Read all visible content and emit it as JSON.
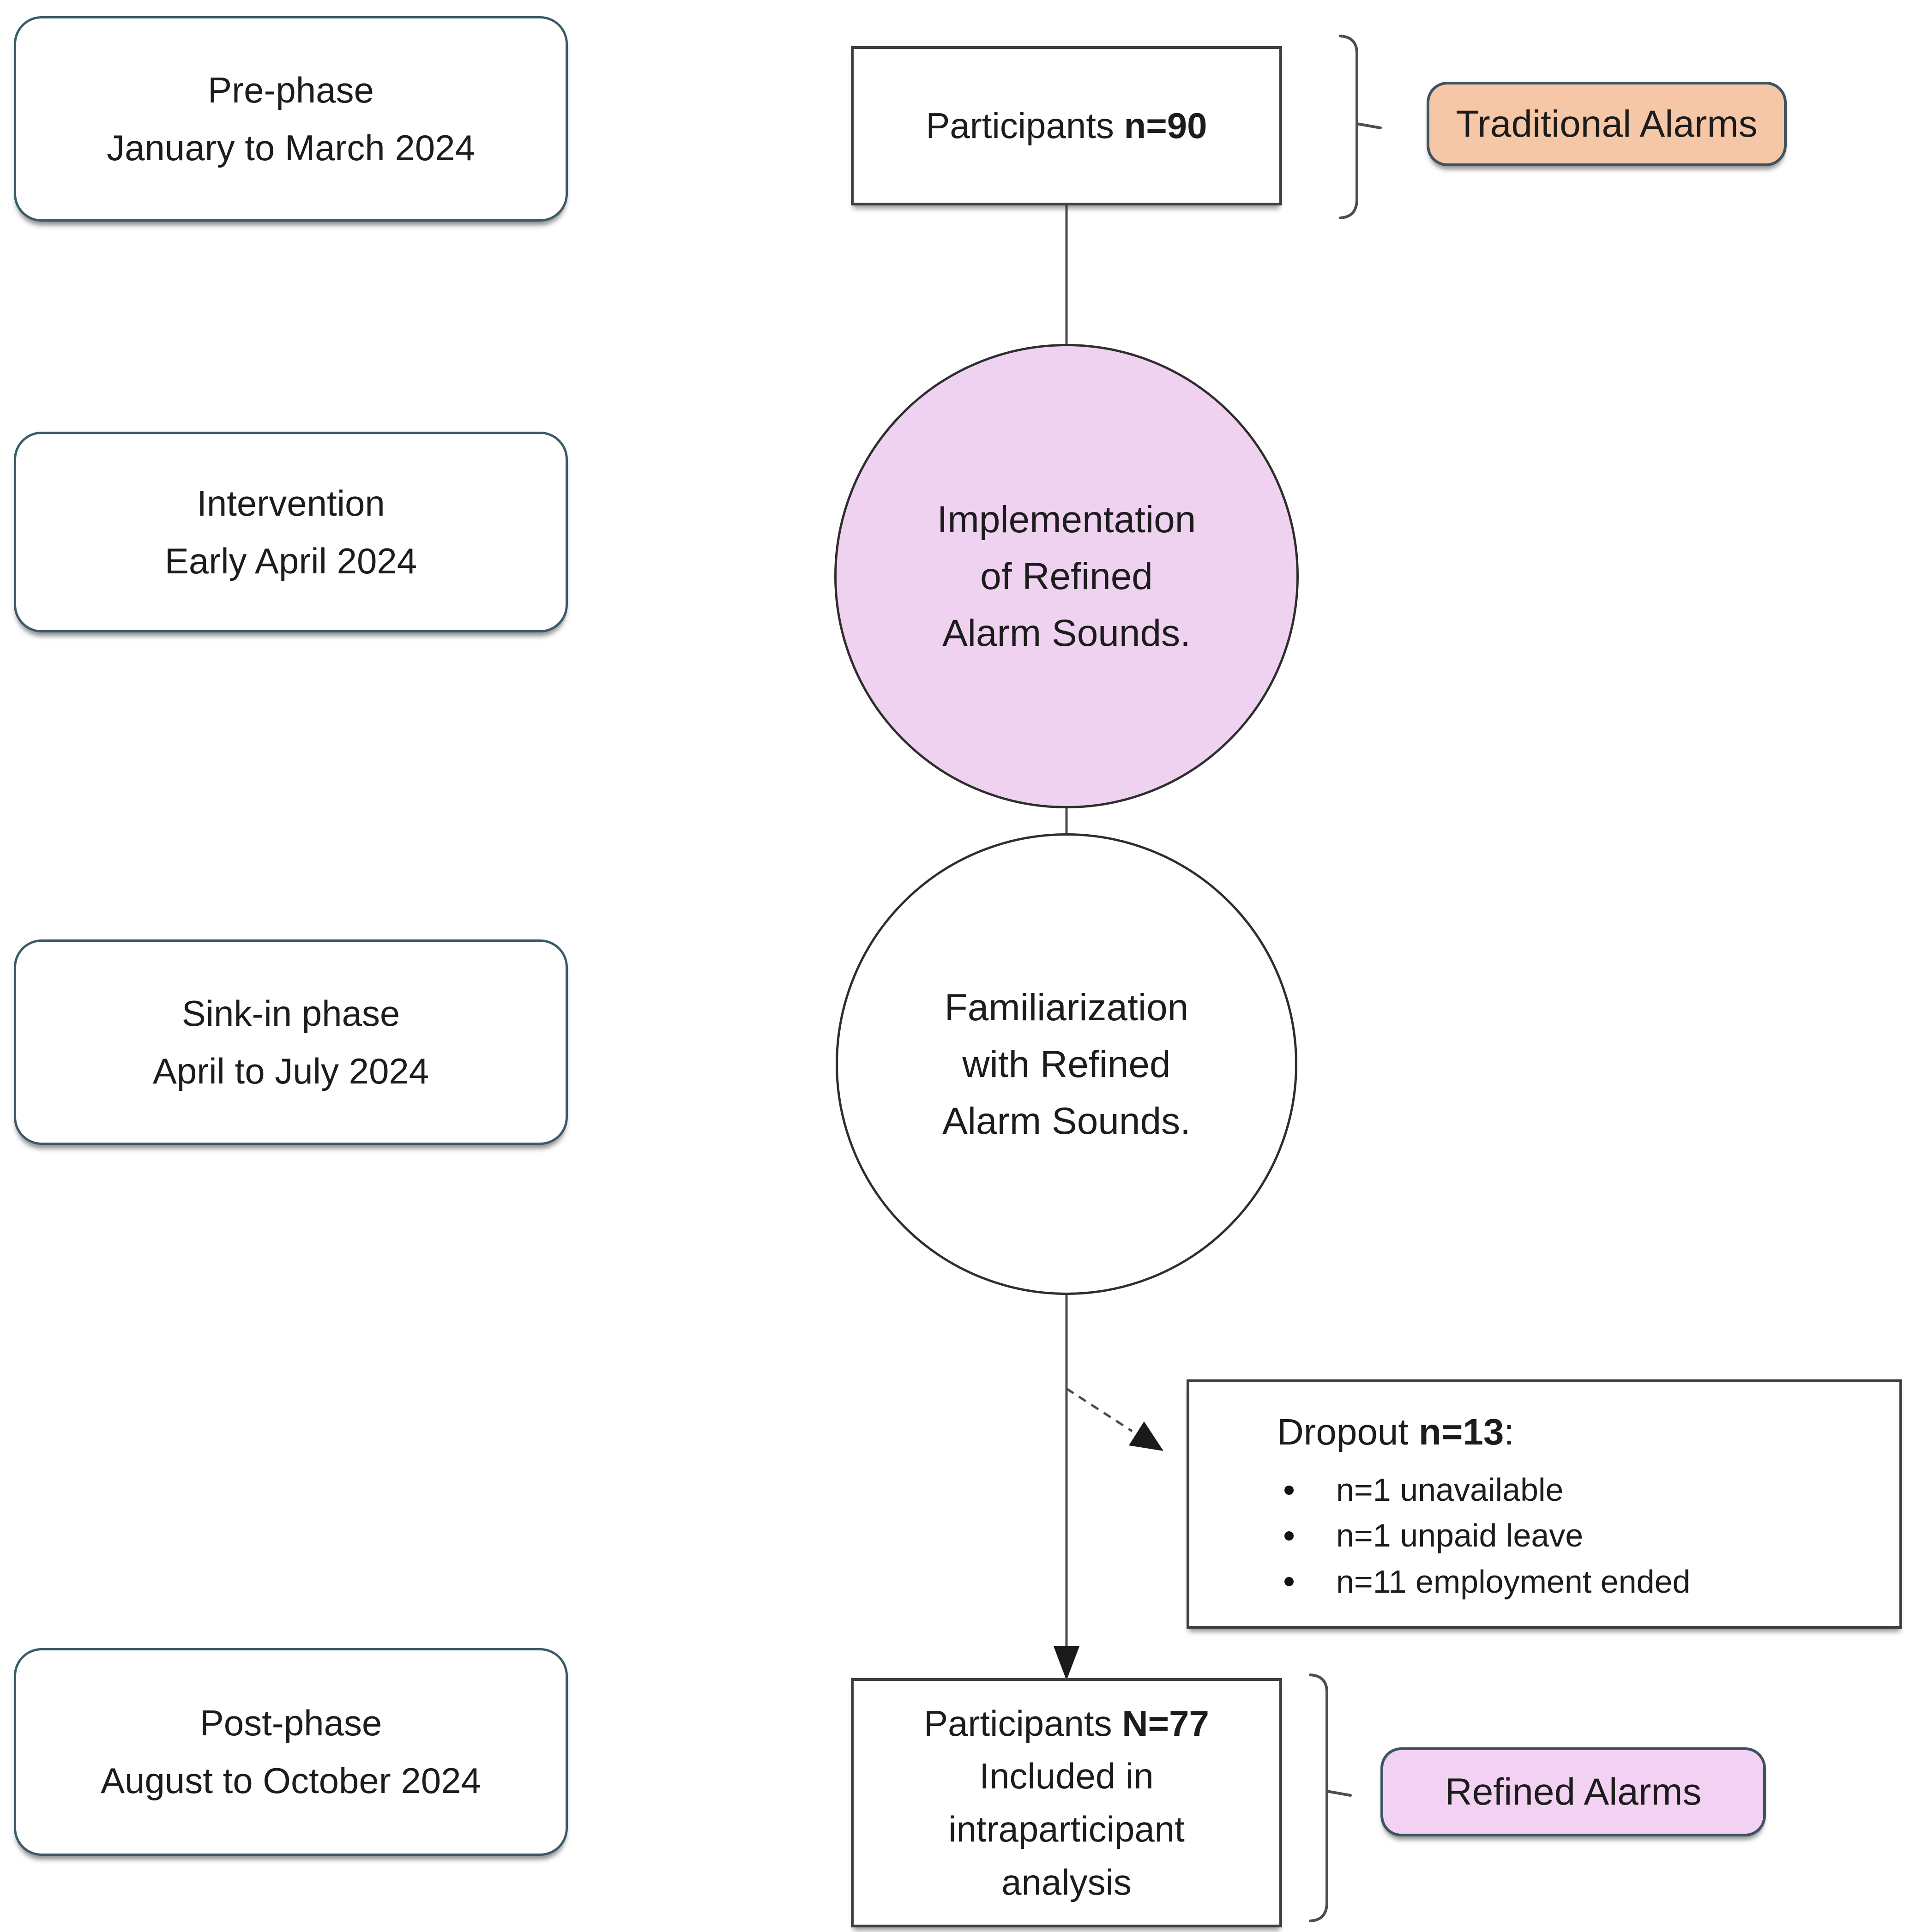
{
  "phases": [
    {
      "title": "Pre-phase",
      "dates": "January to March 2024"
    },
    {
      "title": "Intervention",
      "dates": "Early April 2024"
    },
    {
      "title": "Sink-in phase",
      "dates": "April to July 2024"
    },
    {
      "title": "Post-phase",
      "dates": "August to October 2024"
    }
  ],
  "flow": {
    "start_box": {
      "prefix": "Participants ",
      "value": "n=90"
    },
    "implementation_circle": {
      "lines": [
        "Implementation",
        "of Refined",
        "Alarm Sounds."
      ]
    },
    "familiarization_circle": {
      "lines": [
        "Familiarization",
        "with Refined",
        "Alarm Sounds."
      ]
    },
    "dropout_box": {
      "prefix": "Dropout ",
      "value": "n=13",
      "suffix": ":",
      "items": [
        "n=1 unavailable",
        "n=1 unpaid leave",
        "n=11 employment ended"
      ]
    },
    "end_box": {
      "prefix": "Participants ",
      "value": "N=77",
      "lines": [
        "Included in",
        "intraparticipant",
        "analysis"
      ]
    }
  },
  "side_labels": {
    "traditional": "Traditional Alarms",
    "refined": "Refined Alarms"
  },
  "colors": {
    "traditional_fill": "#F6C7A6",
    "refined_fill": "#F3D1F2",
    "circle_fill": "#EFD1F0",
    "phase_border": "#3A5A68",
    "label_border": "#3E5463",
    "node_border": "#3F3F3F",
    "connector": "#4A4A4A",
    "bracket": "#4D4D4D",
    "arrow_fill": "#1A1A1A",
    "text": "#1C1C1C"
  }
}
